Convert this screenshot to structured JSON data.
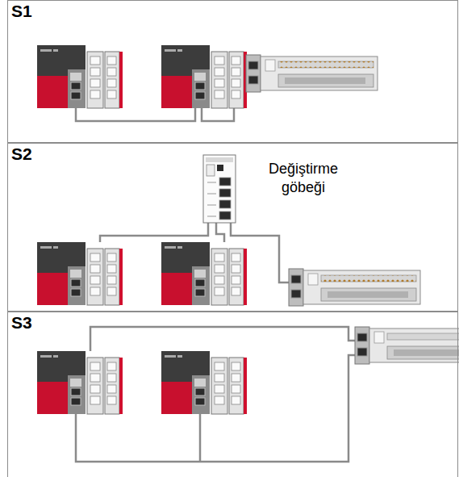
{
  "diagram": {
    "nodes": [
      {
        "text": [
          "S1"
        ]
      },
      {
        "text": [
          "S2"
        ]
      },
      {
        "text": [
          "Değiştirme göbeği"
        ],
        "in": 1
      },
      {
        "text": [
          "S3"
        ]
      }
    ]
  }
}
